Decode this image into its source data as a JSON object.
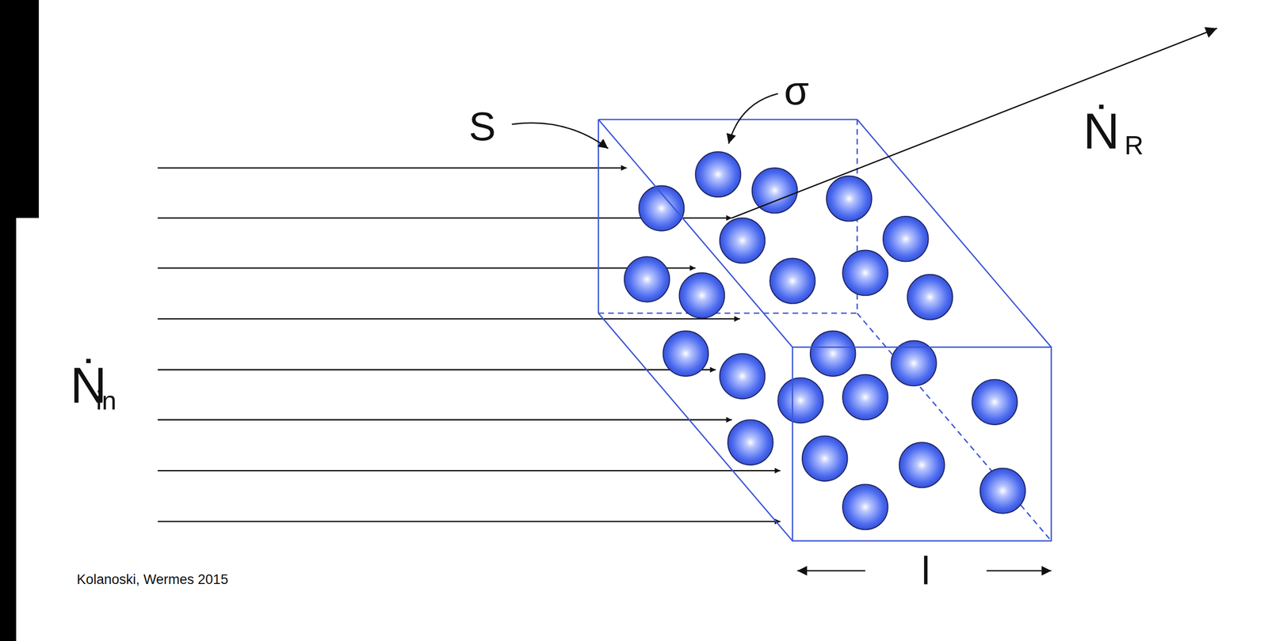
{
  "diagram": {
    "labels": [
      "S",
      "σ",
      "Ṅ",
      "R",
      "Ṅ",
      "in",
      "l",
      "Kolanoski, Wermes 2015"
    ]
  }
}
